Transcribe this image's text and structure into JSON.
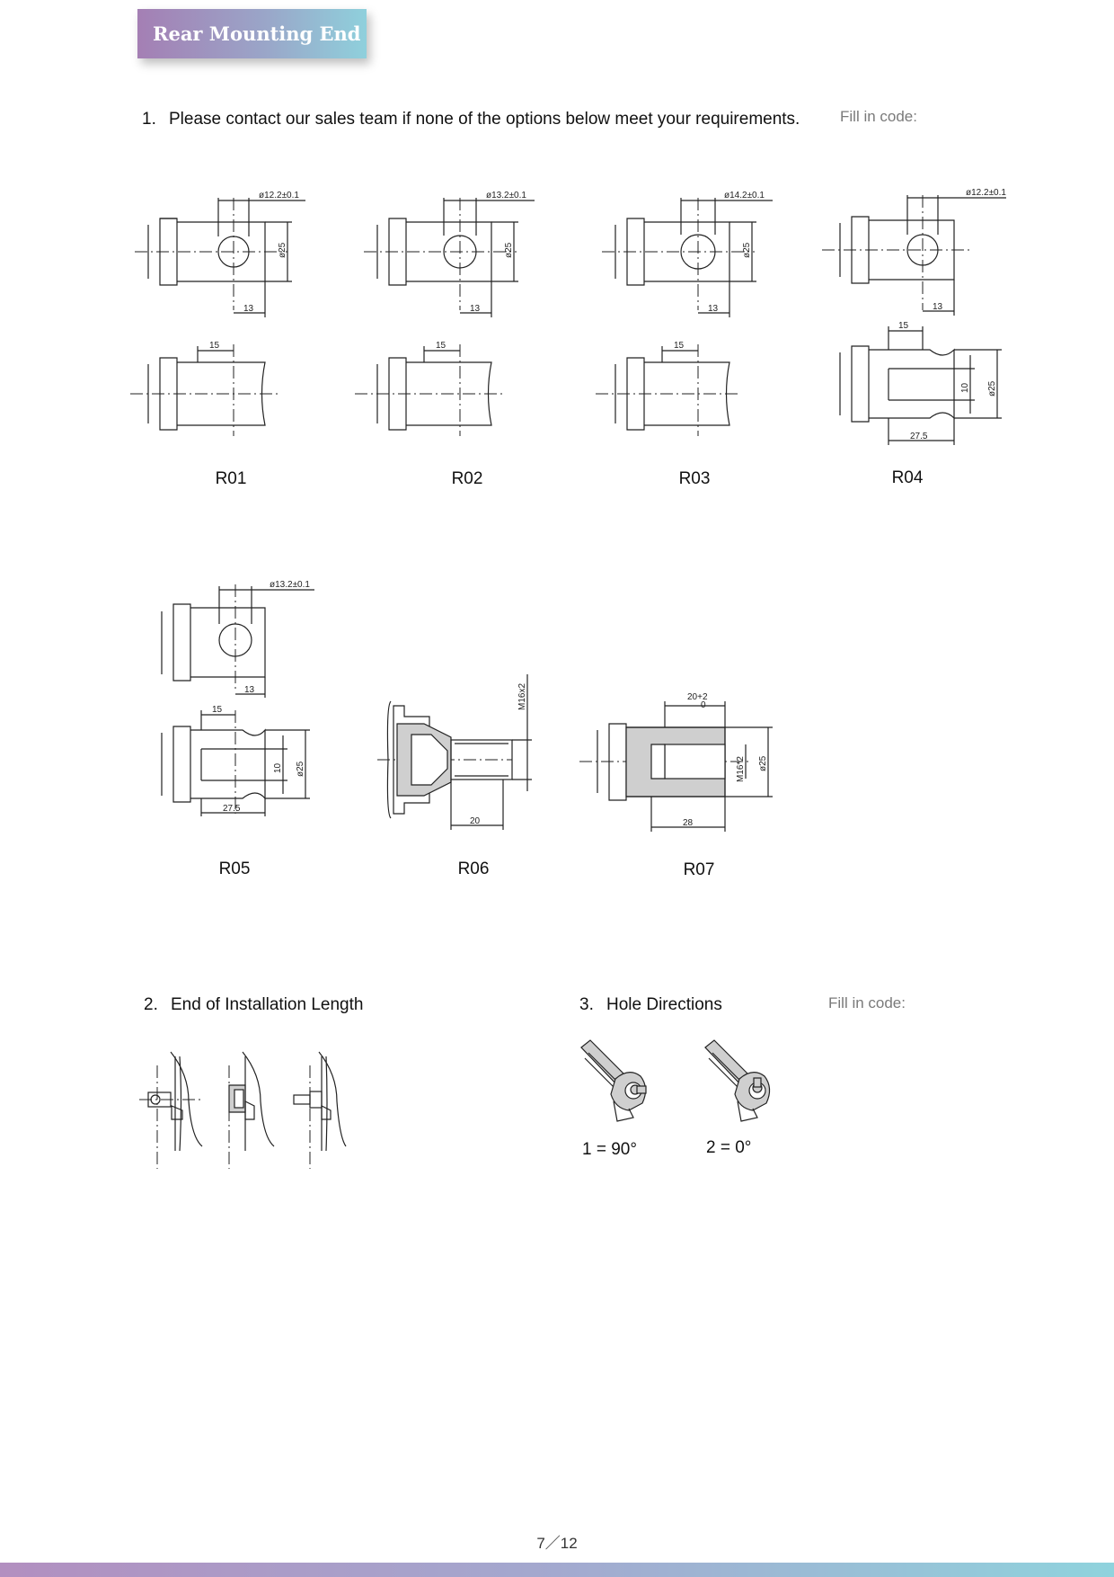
{
  "header": {
    "title": "Rear Mounting End"
  },
  "section1": {
    "number": "1.",
    "text": "Please contact our sales team if none of the options below meet your requirements.",
    "fill_label": "Fill in code:"
  },
  "options": [
    {
      "code": "R01",
      "hole_dia": "ø12.2±0.1",
      "dia": "ø25",
      "d13": "13",
      "d15": "15"
    },
    {
      "code": "R02",
      "hole_dia": "ø13.2±0.1",
      "dia": "ø25",
      "d13": "13",
      "d15": "15"
    },
    {
      "code": "R03",
      "hole_dia": "ø14.2±0.1",
      "dia": "ø25",
      "d13": "13",
      "d15": "15"
    },
    {
      "code": "R04",
      "hole_dia": "ø12.2±0.1",
      "dia": "ø25",
      "d13": "13",
      "d15": "15",
      "slot": "10",
      "len": "27.5"
    },
    {
      "code": "R05",
      "hole_dia": "ø13.2±0.1",
      "dia": "ø25",
      "d13": "13",
      "d15": "15",
      "slot": "10",
      "len": "27.5"
    },
    {
      "code": "R06",
      "thread": "M16x2",
      "len": "20"
    },
    {
      "code": "R07",
      "tol": "20+2",
      "tol_low": "0",
      "thread": "M16*2",
      "dia": "ø25",
      "len": "28"
    }
  ],
  "section2": {
    "number": "2.",
    "text": "End of Installation Length"
  },
  "section3": {
    "number": "3.",
    "text": "Hole Directions",
    "fill_label": "Fill in code:"
  },
  "directions": [
    {
      "label": "1 = 90°"
    },
    {
      "label": "2 = 0°"
    }
  ],
  "footer": {
    "page": "7／12"
  }
}
